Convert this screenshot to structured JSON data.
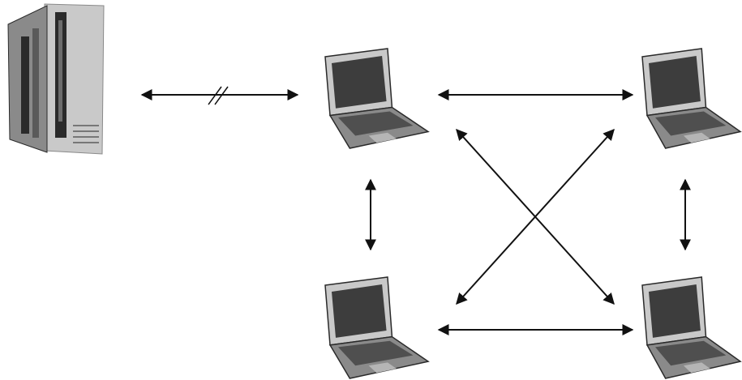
{
  "colors": {
    "background": "#ffffff",
    "arrow": "#111111",
    "device_light": "#c9c9c9",
    "device_mid": "#8a8a8a",
    "device_dark": "#2a2a2a",
    "screen": "#3d3d3d"
  },
  "nodes": [
    {
      "id": "server",
      "icon": "server-tower-icon"
    },
    {
      "id": "laptop-top-left",
      "icon": "laptop-icon"
    },
    {
      "id": "laptop-top-right",
      "icon": "laptop-icon"
    },
    {
      "id": "laptop-bottom-left",
      "icon": "laptop-icon"
    },
    {
      "id": "laptop-bottom-right",
      "icon": "laptop-icon"
    }
  ],
  "connections": [
    {
      "from": "server",
      "to": "laptop-top-left",
      "bidirectional": true,
      "break_mark": true
    },
    {
      "from": "laptop-top-left",
      "to": "laptop-top-right",
      "bidirectional": true
    },
    {
      "from": "laptop-bottom-left",
      "to": "laptop-bottom-right",
      "bidirectional": true
    },
    {
      "from": "laptop-top-left",
      "to": "laptop-bottom-left",
      "bidirectional": true
    },
    {
      "from": "laptop-top-right",
      "to": "laptop-bottom-right",
      "bidirectional": true
    },
    {
      "from": "laptop-top-left",
      "to": "laptop-bottom-right",
      "bidirectional": true
    },
    {
      "from": "laptop-bottom-left",
      "to": "laptop-top-right",
      "bidirectional": true
    }
  ]
}
